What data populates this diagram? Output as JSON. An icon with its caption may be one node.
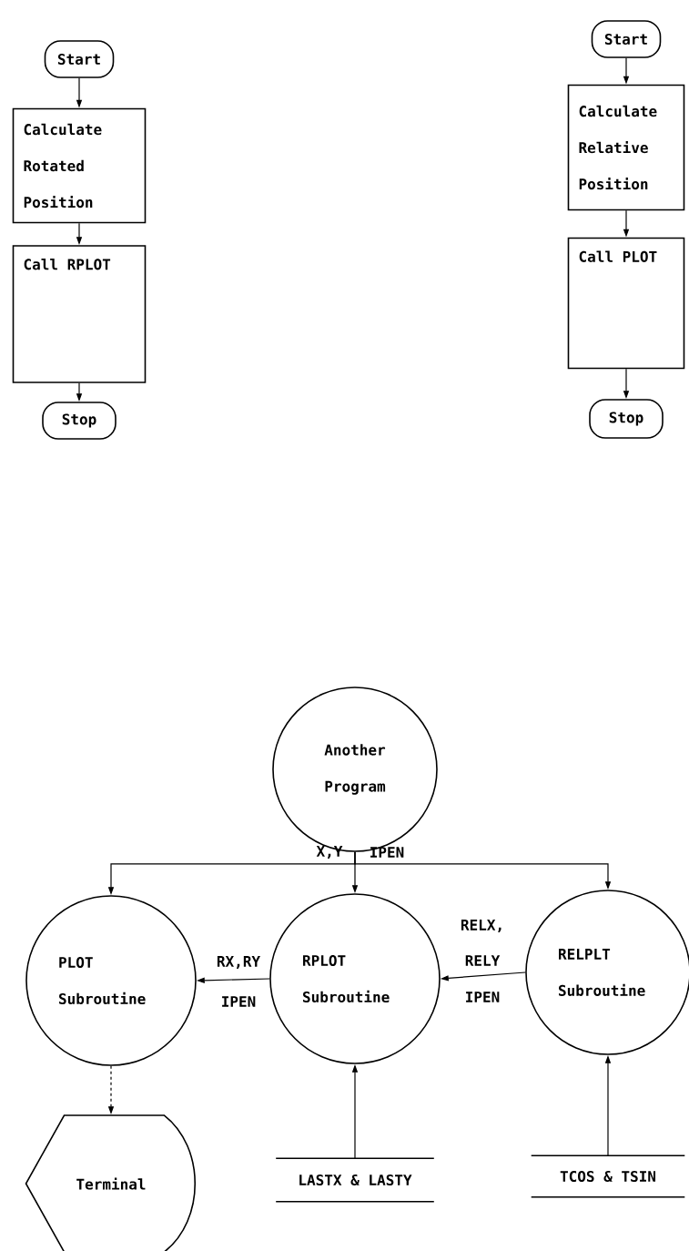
{
  "diagram": {
    "nodes": [
      {
        "text": [
          "Start"
        ]
      },
      {
        "text": [
          "Calculate Rotated Position"
        ]
      },
      {
        "text": [
          "Call RPLOT"
        ]
      },
      {
        "text": [
          "Stop"
        ]
      },
      {
        "text": [
          "Start"
        ]
      },
      {
        "text": [
          "Calculate Relative Position"
        ]
      },
      {
        "text": [
          "Call PLOT"
        ]
      },
      {
        "text": [
          "Stop"
        ]
      },
      {
        "text": [
          "Another Program"
        ]
      },
      {
        "text": [
          "PLOT Subroutine"
        ]
      },
      {
        "text": [
          "RPLOT Subroutine"
        ]
      },
      {
        "text": [
          "RELPLT Subroutine"
        ]
      },
      {
        "text": [
          "Terminal"
        ]
      },
      {
        "text": [
          "LASTX & LASTY"
        ]
      },
      {
        "text": [
          "TCOS & TSIN"
        ]
      }
    ],
    "edges": [
      {
        "from": 0,
        "to": 1,
        "arrow": "to"
      },
      {
        "from": 1,
        "to": 2,
        "arrow": "to"
      },
      {
        "from": 2,
        "to": 3,
        "arrow": "to"
      },
      {
        "from": 4,
        "to": 5,
        "arrow": "to"
      },
      {
        "from": 5,
        "to": 6,
        "arrow": "to"
      },
      {
        "from": 6,
        "to": 7,
        "arrow": "to"
      },
      {
        "from": 8,
        "to": 9,
        "arrow": "to"
      },
      {
        "from": 8,
        "to": 10,
        "arrow": "to"
      },
      {
        "from": 8,
        "to": 11,
        "arrow": "to"
      },
      {
        "from": 10,
        "to": 9,
        "arrow": "to"
      },
      {
        "from": 11,
        "to": 10,
        "arrow": "to"
      },
      {
        "from": 9,
        "to": 12,
        "arrow": "to",
        "style": "dashed"
      },
      {
        "from": 13,
        "to": 10,
        "arrow": "to"
      },
      {
        "from": 14,
        "to": 11,
        "arrow": "to"
      }
    ],
    "labels": [
      "X,Y",
      "IPEN",
      "RX,RY",
      "IPEN",
      "RELX,",
      "RELY",
      "IPEN"
    ]
  }
}
